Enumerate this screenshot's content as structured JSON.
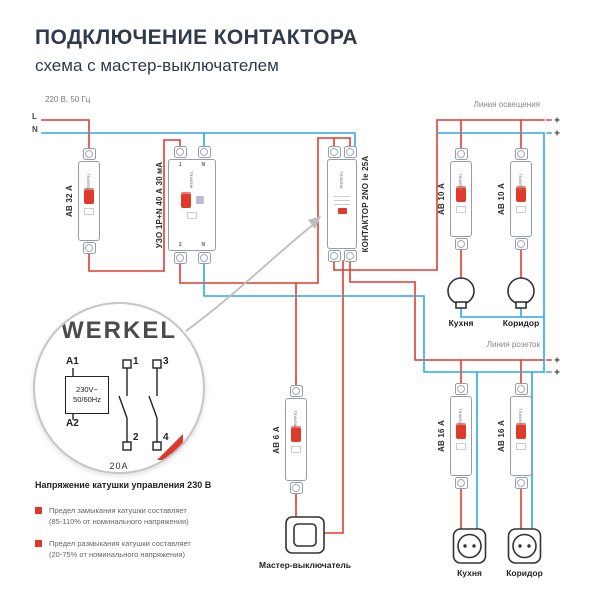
{
  "header": {
    "title": "ПОДКЛЮЧЕНИЕ КОНТАКТОРА",
    "subtitle": "схема с мастер-выключателем"
  },
  "supply": {
    "rating": "220 В, 50 Гц",
    "l": "L",
    "n": "N"
  },
  "lines": {
    "lighting": "Линия освещения",
    "sockets": "Линия розеток",
    "plus": "+"
  },
  "devices": {
    "ab32": {
      "label": "АВ 32 А",
      "brand": "WERKEL"
    },
    "uzo": {
      "label": "УЗО 1P+N 40 А 30 мА",
      "brand": "WERKEL",
      "top_terminals": [
        "1",
        "N"
      ],
      "bottom_terminals": [
        "2",
        "N"
      ]
    },
    "contactor": {
      "label": "КОНТАКТОР 2NO Ie 25А",
      "brand": "WERKEL"
    },
    "ab10_1": {
      "label": "АВ 10 А",
      "brand": "WERKEL"
    },
    "ab10_2": {
      "label": "АВ 10 А",
      "brand": "WERKEL"
    },
    "ab6": {
      "label": "АВ 6 А",
      "brand": "WERKEL"
    },
    "ab16_1": {
      "label": "АВ 16 А",
      "brand": "WERKEL"
    },
    "ab16_2": {
      "label": "АВ 16 А",
      "brand": "WERKEL"
    }
  },
  "loads": {
    "lamp_kitchen": "Кухня",
    "lamp_corridor": "Коридор",
    "master_switch": "Мастер-выключатель",
    "socket_kitchen": "Кухня",
    "socket_corridor": "Коридор"
  },
  "magnifier": {
    "brand": "WERKEL",
    "a1": "A1",
    "a2": "A2",
    "coil_v": "230V~",
    "coil_hz": "50/60Hz",
    "c1": "1",
    "c2": "2",
    "c3": "3",
    "c4": "4",
    "rating": "20A"
  },
  "notes": {
    "title": "Напряжение катушки управления 230 В",
    "items": [
      {
        "text": "Предел замыкания катушки составляет",
        "sub": "(85-110% от номинального напряжения)"
      },
      {
        "text": "Предел размыкания катушки составляет",
        "sub": "(20-75% от номинального напряжения)"
      }
    ]
  },
  "colors": {
    "phase": "#e23b2e",
    "neutral": "#2fa8e1",
    "title": "#313a4b"
  }
}
